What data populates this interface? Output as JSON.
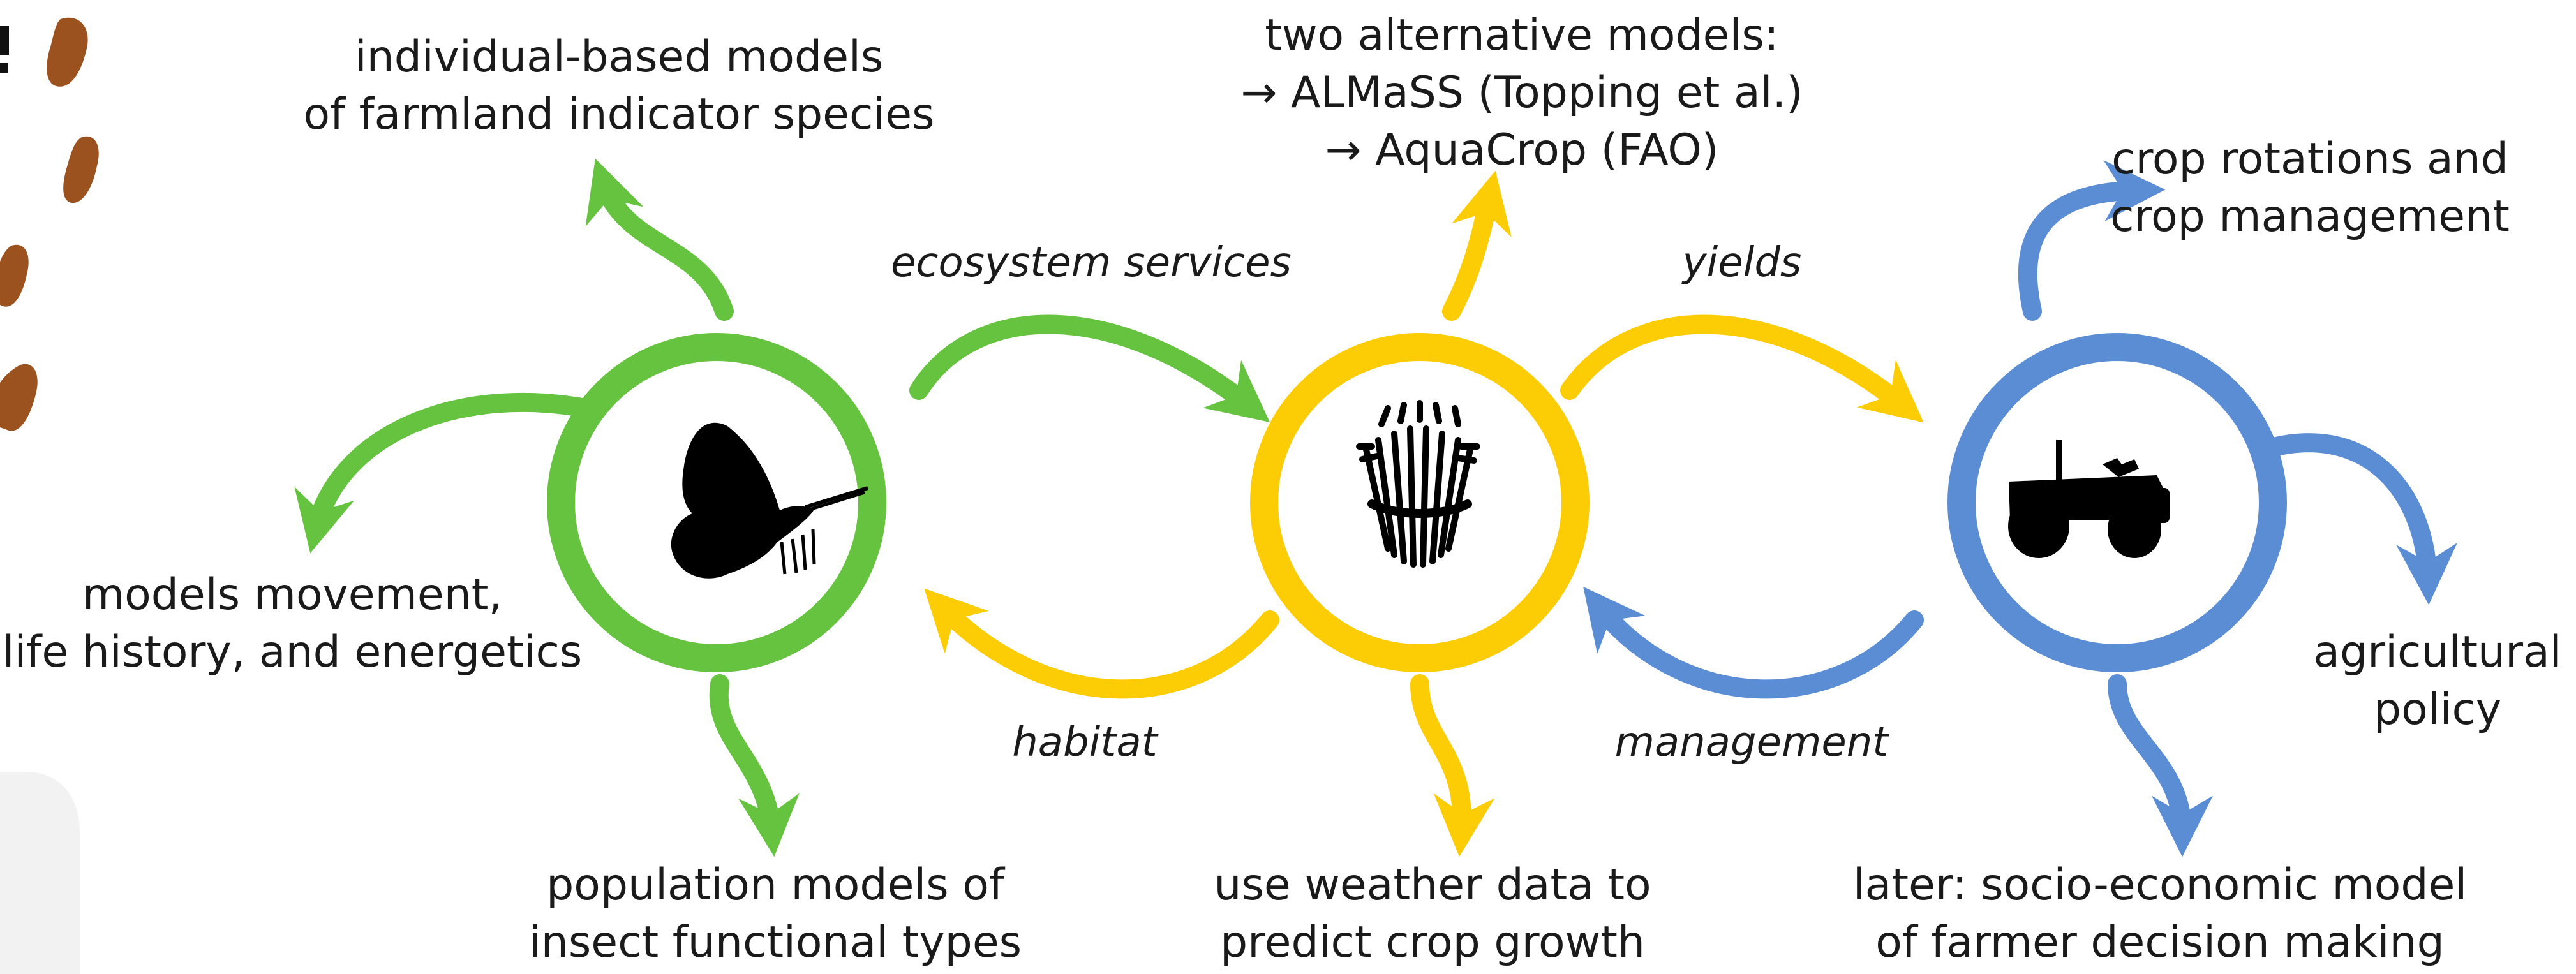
{
  "colors": {
    "green": "#66c33f",
    "yellow": "#fccc05",
    "blue": "#5a8dd4",
    "brown": "#9b521f",
    "text": "#1a1a1a"
  },
  "nodes": {
    "insect": {
      "icon": "butterfly-icon"
    },
    "crop": {
      "icon": "wheat-sheaf-icon"
    },
    "farmer": {
      "icon": "tractor-icon"
    }
  },
  "labels": {
    "ibm_line1": "individual-based models",
    "ibm_line2": "of farmland indicator species",
    "movement_line1": "models movement,",
    "movement_line2": "life history, and energetics",
    "population_line1": "population models of",
    "population_line2": "insect functional types",
    "alt_line1": "two alternative models:",
    "alt_line2": "→ ALMaSS (Topping et al.)",
    "alt_line3": "→ AquaCrop (FAO)",
    "weather_line1": "use weather data to",
    "weather_line2": "predict crop growth",
    "rotations_line1": "crop rotations and",
    "rotations_line2": "crop management",
    "policy_line1": "agricultural",
    "policy_line2": "policy",
    "socio_line1": "later: socio-economic model",
    "socio_line2": "of farmer decision making"
  },
  "links": {
    "ecosystem_services": "ecosystem services",
    "habitat": "habitat",
    "yields": "yields",
    "management": "management"
  }
}
